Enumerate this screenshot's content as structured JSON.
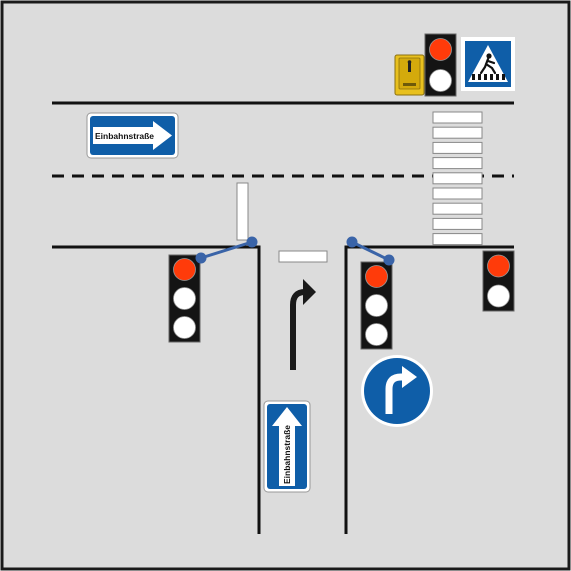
{
  "signs": {
    "oneway_horizontal": {
      "label": "Einbahnstraße",
      "direction": "right"
    },
    "oneway_vertical": {
      "label": "Einbahnstraße",
      "direction": "up"
    },
    "mandatory_turn": {
      "direction": "right",
      "icon": "turn-right-arrow-icon"
    },
    "pedestrian_crossing": {
      "icon": "pedestrian-crossing-icon"
    }
  },
  "traffic_lights": [
    {
      "id": "left-main",
      "lamps": [
        "red",
        "off",
        "off"
      ]
    },
    {
      "id": "right-main",
      "lamps": [
        "red",
        "off",
        "off"
      ]
    },
    {
      "id": "pedestrian-right",
      "lamps": [
        "red",
        "off"
      ]
    },
    {
      "id": "pedestrian-top",
      "lamps": [
        "red",
        "off"
      ]
    }
  ],
  "colors": {
    "background": "#dcdcdc",
    "frame": "#1a1a1a",
    "lamp_red": "#ff3b0a",
    "lamp_off": "#ffffff",
    "sign_blue": "#0f5ea8",
    "mount_blue": "#3a64a8",
    "button_box": "#e8c01e"
  }
}
